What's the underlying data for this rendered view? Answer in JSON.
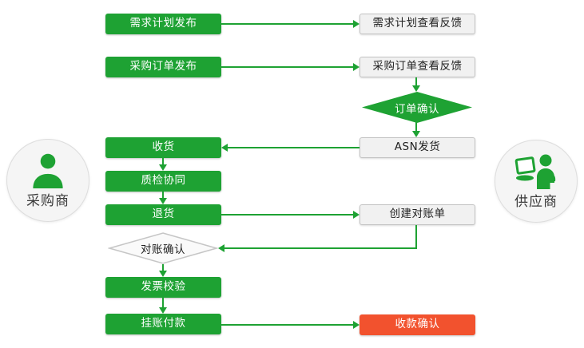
{
  "palette": {
    "green": "#1ea233",
    "red": "#f2522e",
    "gray_box_bg": "#f1f1f1",
    "gray_box_border": "#c3c3c3",
    "text_dark": "#222222",
    "circle_bg": "#f5f5f5",
    "circle_border": "#dddddd"
  },
  "actors": {
    "buyer": {
      "label": "采购商"
    },
    "supplier": {
      "label": "供应商"
    }
  },
  "nodes": {
    "demand_plan_publish": "需求计划发布",
    "demand_plan_feedback": "需求计划查看反馈",
    "po_publish": "采购订单发布",
    "po_feedback": "采购订单查看反馈",
    "order_confirm": "订单确认",
    "asn_ship": "ASN发货",
    "receive": "收货",
    "quality_collab": "质检协同",
    "return_goods": "退货",
    "create_statement": "创建对账单",
    "statement_confirm": "对账确认",
    "invoice_verify": "发票校验",
    "book_payment": "挂账付款",
    "receipt_confirm": "收款确认"
  }
}
